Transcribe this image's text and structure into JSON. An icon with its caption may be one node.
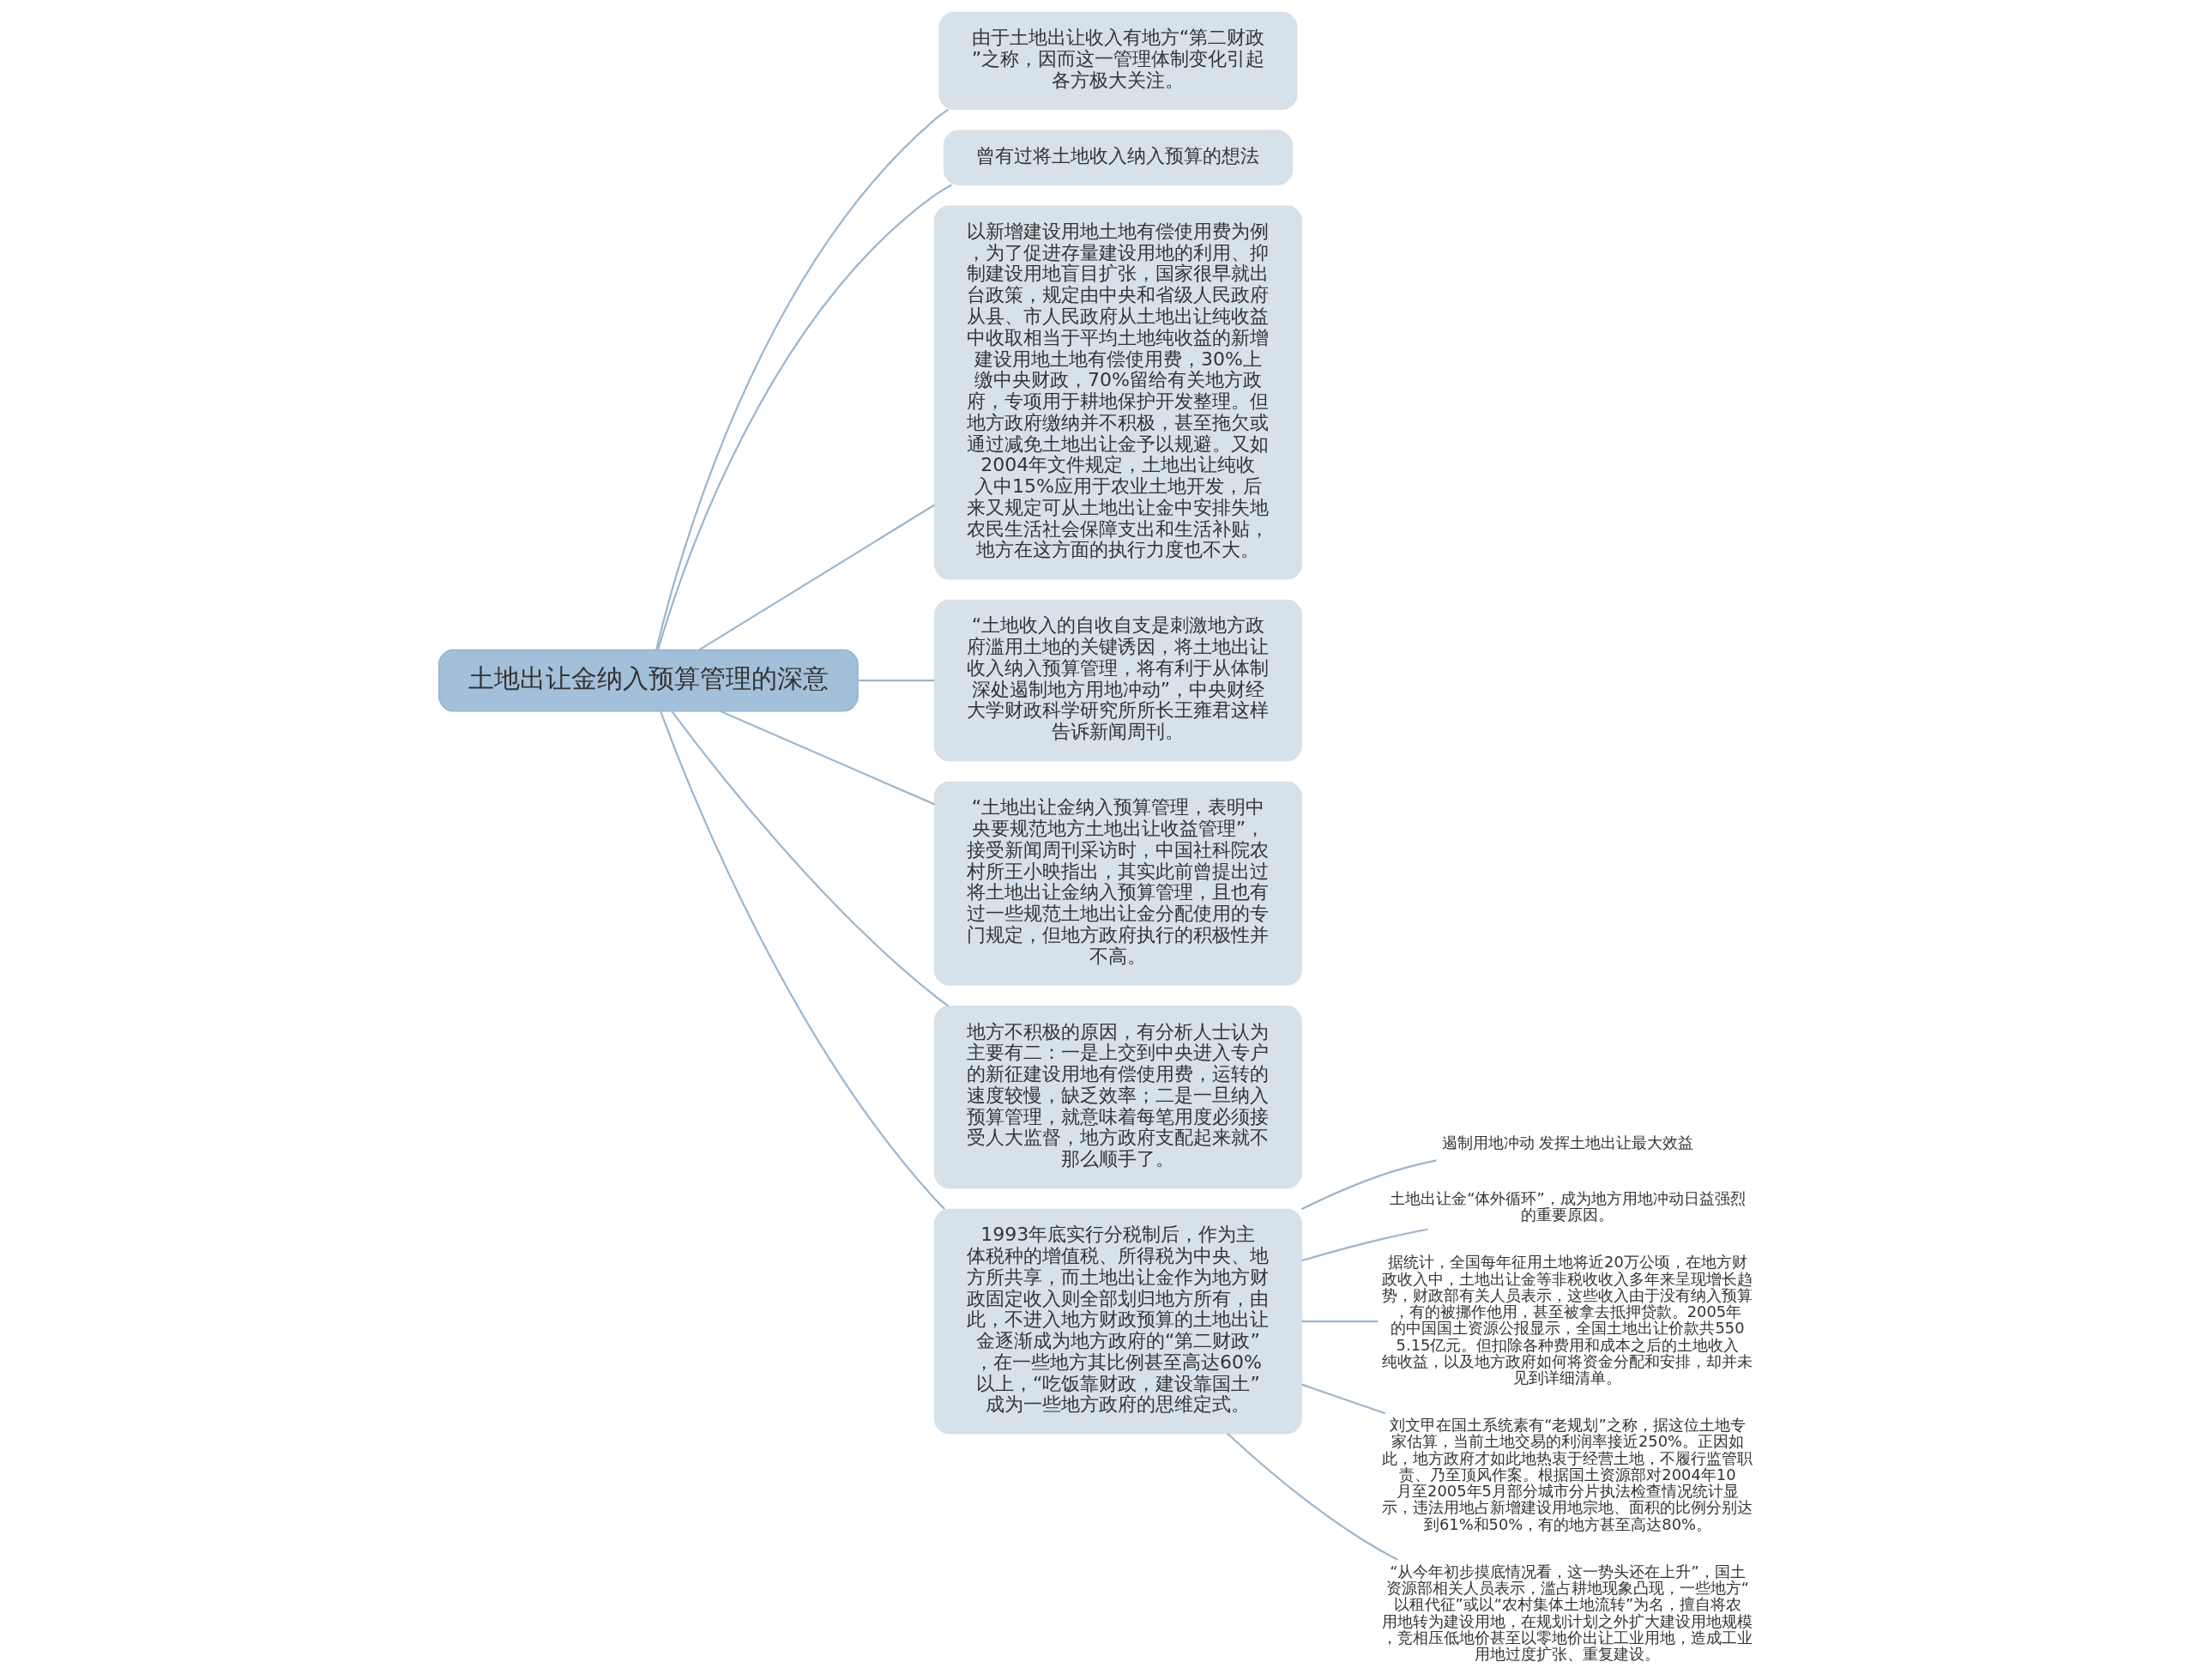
{
  "diagram": {
    "nodes": [
      {
        "text": [
          "土地出让金纳入预算管理的深意"
        ]
      },
      {
        "text": [
          "由于土地出让收入有地方“第二财政”之称，因而这一管理体制变化引起各方极大关注。"
        ]
      },
      {
        "text": [
          "曾有过将土地收入纳入预算的想法"
        ]
      },
      {
        "text": [
          "以新增建设用地土地有偿使用费为例，为了促进存量建设用地的利用、抑制建设用地盲目扩张，国家很早就出台政策，规定由中央和省级人民政府从县、市人民政府从土地出让纯收益中收取相当于平均土地纯收益的新增建设用地土地有偿使用费，30%上缴中央财政，70%留给有关地方政府，专项用于耕地保护开发整理。但地方政府缴纳并不积极，甚至拖欠或通过减免土地出让金予以规避。又如2004年文件规定，土地出让纯收入中15%应用于农业土地开发，后来又规定可从土地出让金中安排失地农民生活社会保障支出和生活补贴，地方在这方面的执行力度也不大。"
        ]
      },
      {
        "text": [
          "“土地收入的自收自支是刺激地方政府滥用土地的关键诱因，将土地出让收入纳入预算管理，将有利于从体制深处遏制地方用地冲动”，中央财经大学财政科学研究所所长王雍君这样告诉新闻周刊。"
        ]
      },
      {
        "text": [
          "“土地出让金纳入预算管理，表明中央要规范地方土地出让收益管理”，接受新闻周刊采访时，中国社科院农村所王小映指出，其实此前曾提出过将土地出让金纳入预算管理，且也有过一些规范土地出让金分配使用的专门规定，但地方政府执行的积极性并不高。"
        ]
      },
      {
        "text": [
          "地方不积极的原因，有分析人士认为主要有二：一是上交到中央进入专户的新征建设用地有偿使用费，运转的速度较慢，缺乏效率；二是一旦纳入预算管理，就意味着每笔用度必须接受人大监督，地方政府支配起来就不那么顺手了。"
        ]
      },
      {
        "text": [
          "1993年底实行分税制后，作为主体税种的增值税、所得税为中央、地方所共享，而土地出让金作为地方财政固定收入则全部划归地方所有，由此，不进入地方财政预算的土地出让金逐渐成为地方政府的“第二财政”，在一些地方其比例甚至高达60%以上，“吃饭靠财政，建设靠国土”成为一些地方政府的思维定式。"
        ]
      },
      {
        "text": [
          "遏制用地冲动 发挥土地出让最大效益"
        ]
      },
      {
        "text": [
          "土地出让金“体外循环”，成为地方用地冲动日益强烈的重要原因。"
        ]
      },
      {
        "text": [
          "据统计，全国每年征用土地将近20万公顷，在地方财政收入中，土地出让金等非税收收入多年来呈现增长趋势，财政部有关人员表示，这些收入由于没有纳入预算，有的被挪作他用，甚至被拿去抵押贷款。2005年的中国国土资源公报显示，全国土地出让价款共5505.15亿元。但扣除各种费用和成本之后的土地收入纯收益，以及地方政府如何将资金分配和安排，却并未见到详细清单。"
        ]
      },
      {
        "text": [
          "刘文甲在国土系统素有“老规划”之称，据这位土地专家估算，当前土地交易的利润率接近250%。正因如此，地方政府才如此地热衷于经营土地，不履行监管职责、乃至顶风作案。根据国土资源部对2004年10月至2005年5月部分城市分片执法检查情况统计显示，违法用地占新增建设用地宗地、面积的比例分别达到61%和50%，有的地方甚至高达80%。"
        ]
      },
      {
        "text": [
          "“从今年初步摸底情况看，这一势头还在上升”，国土资源部相关人员表示，滥占耕地现象凸现，一些地方“以租代征”或以“农村集体土地流转”为名，擅自将农用地转为建设用地，在规划计划之外扩大建设用地规模，竞相压低地价甚至以零地价出让工业用地，造成工业用地过度扩张、重复建设。"
        ]
      }
    ],
    "edges": [
      {
        "from": 0,
        "to": 1,
        "arrow": "none"
      },
      {
        "from": 0,
        "to": 2,
        "arrow": "none"
      },
      {
        "from": 0,
        "to": 3,
        "arrow": "none"
      },
      {
        "from": 0,
        "to": 4,
        "arrow": "none"
      },
      {
        "from": 0,
        "to": 5,
        "arrow": "none"
      },
      {
        "from": 0,
        "to": 6,
        "arrow": "none"
      },
      {
        "from": 0,
        "to": 7,
        "arrow": "none"
      },
      {
        "from": 7,
        "to": 8,
        "arrow": "none"
      },
      {
        "from": 7,
        "to": 9,
        "arrow": "none"
      },
      {
        "from": 7,
        "to": 10,
        "arrow": "none"
      },
      {
        "from": 7,
        "to": 11,
        "arrow": "none"
      },
      {
        "from": 7,
        "to": 12,
        "arrow": "none"
      }
    ]
  }
}
